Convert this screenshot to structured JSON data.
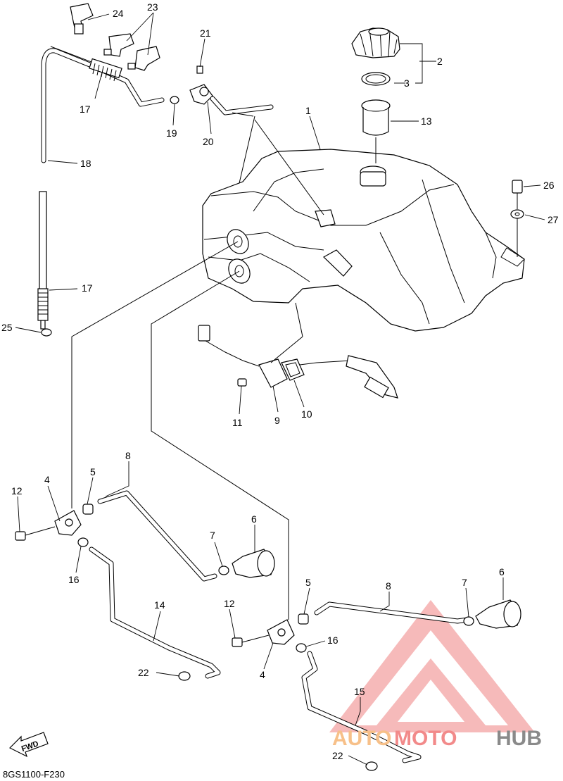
{
  "diagram_code": "8GS1100-F230",
  "fwd_label": "FWD",
  "watermark": {
    "text_a": "AUTO",
    "text_b": "MOTO",
    "text_c": "HUB",
    "color_a": "#f7c089",
    "color_b": "#f28a8a",
    "color_c": "#8a8a8a"
  },
  "callouts": [
    {
      "id": "c24",
      "label": "24"
    },
    {
      "id": "c23",
      "label": "23"
    },
    {
      "id": "c21",
      "label": "21"
    },
    {
      "id": "c2",
      "label": "2"
    },
    {
      "id": "c3",
      "label": "3"
    },
    {
      "id": "c17a",
      "label": "17"
    },
    {
      "id": "c19",
      "label": "19"
    },
    {
      "id": "c20",
      "label": "20"
    },
    {
      "id": "c13",
      "label": "13"
    },
    {
      "id": "c1",
      "label": "1"
    },
    {
      "id": "c18",
      "label": "18"
    },
    {
      "id": "c26",
      "label": "26"
    },
    {
      "id": "c27",
      "label": "27"
    },
    {
      "id": "c17b",
      "label": "17"
    },
    {
      "id": "c25",
      "label": "25"
    },
    {
      "id": "c11",
      "label": "11"
    },
    {
      "id": "c9",
      "label": "9"
    },
    {
      "id": "c10",
      "label": "10"
    },
    {
      "id": "c8a",
      "label": "8"
    },
    {
      "id": "c12a",
      "label": "12"
    },
    {
      "id": "c4a",
      "label": "4"
    },
    {
      "id": "c5a",
      "label": "5"
    },
    {
      "id": "c6a",
      "label": "6"
    },
    {
      "id": "c7a",
      "label": "7"
    },
    {
      "id": "c16a",
      "label": "16"
    },
    {
      "id": "c14",
      "label": "14"
    },
    {
      "id": "c22a",
      "label": "22"
    },
    {
      "id": "c5b",
      "label": "5"
    },
    {
      "id": "c8b",
      "label": "8"
    },
    {
      "id": "c7b",
      "label": "7"
    },
    {
      "id": "c6b",
      "label": "6"
    },
    {
      "id": "c12b",
      "label": "12"
    },
    {
      "id": "c16b",
      "label": "16"
    },
    {
      "id": "c4b",
      "label": "4"
    },
    {
      "id": "c15",
      "label": "15"
    },
    {
      "id": "c22b",
      "label": "22"
    }
  ]
}
